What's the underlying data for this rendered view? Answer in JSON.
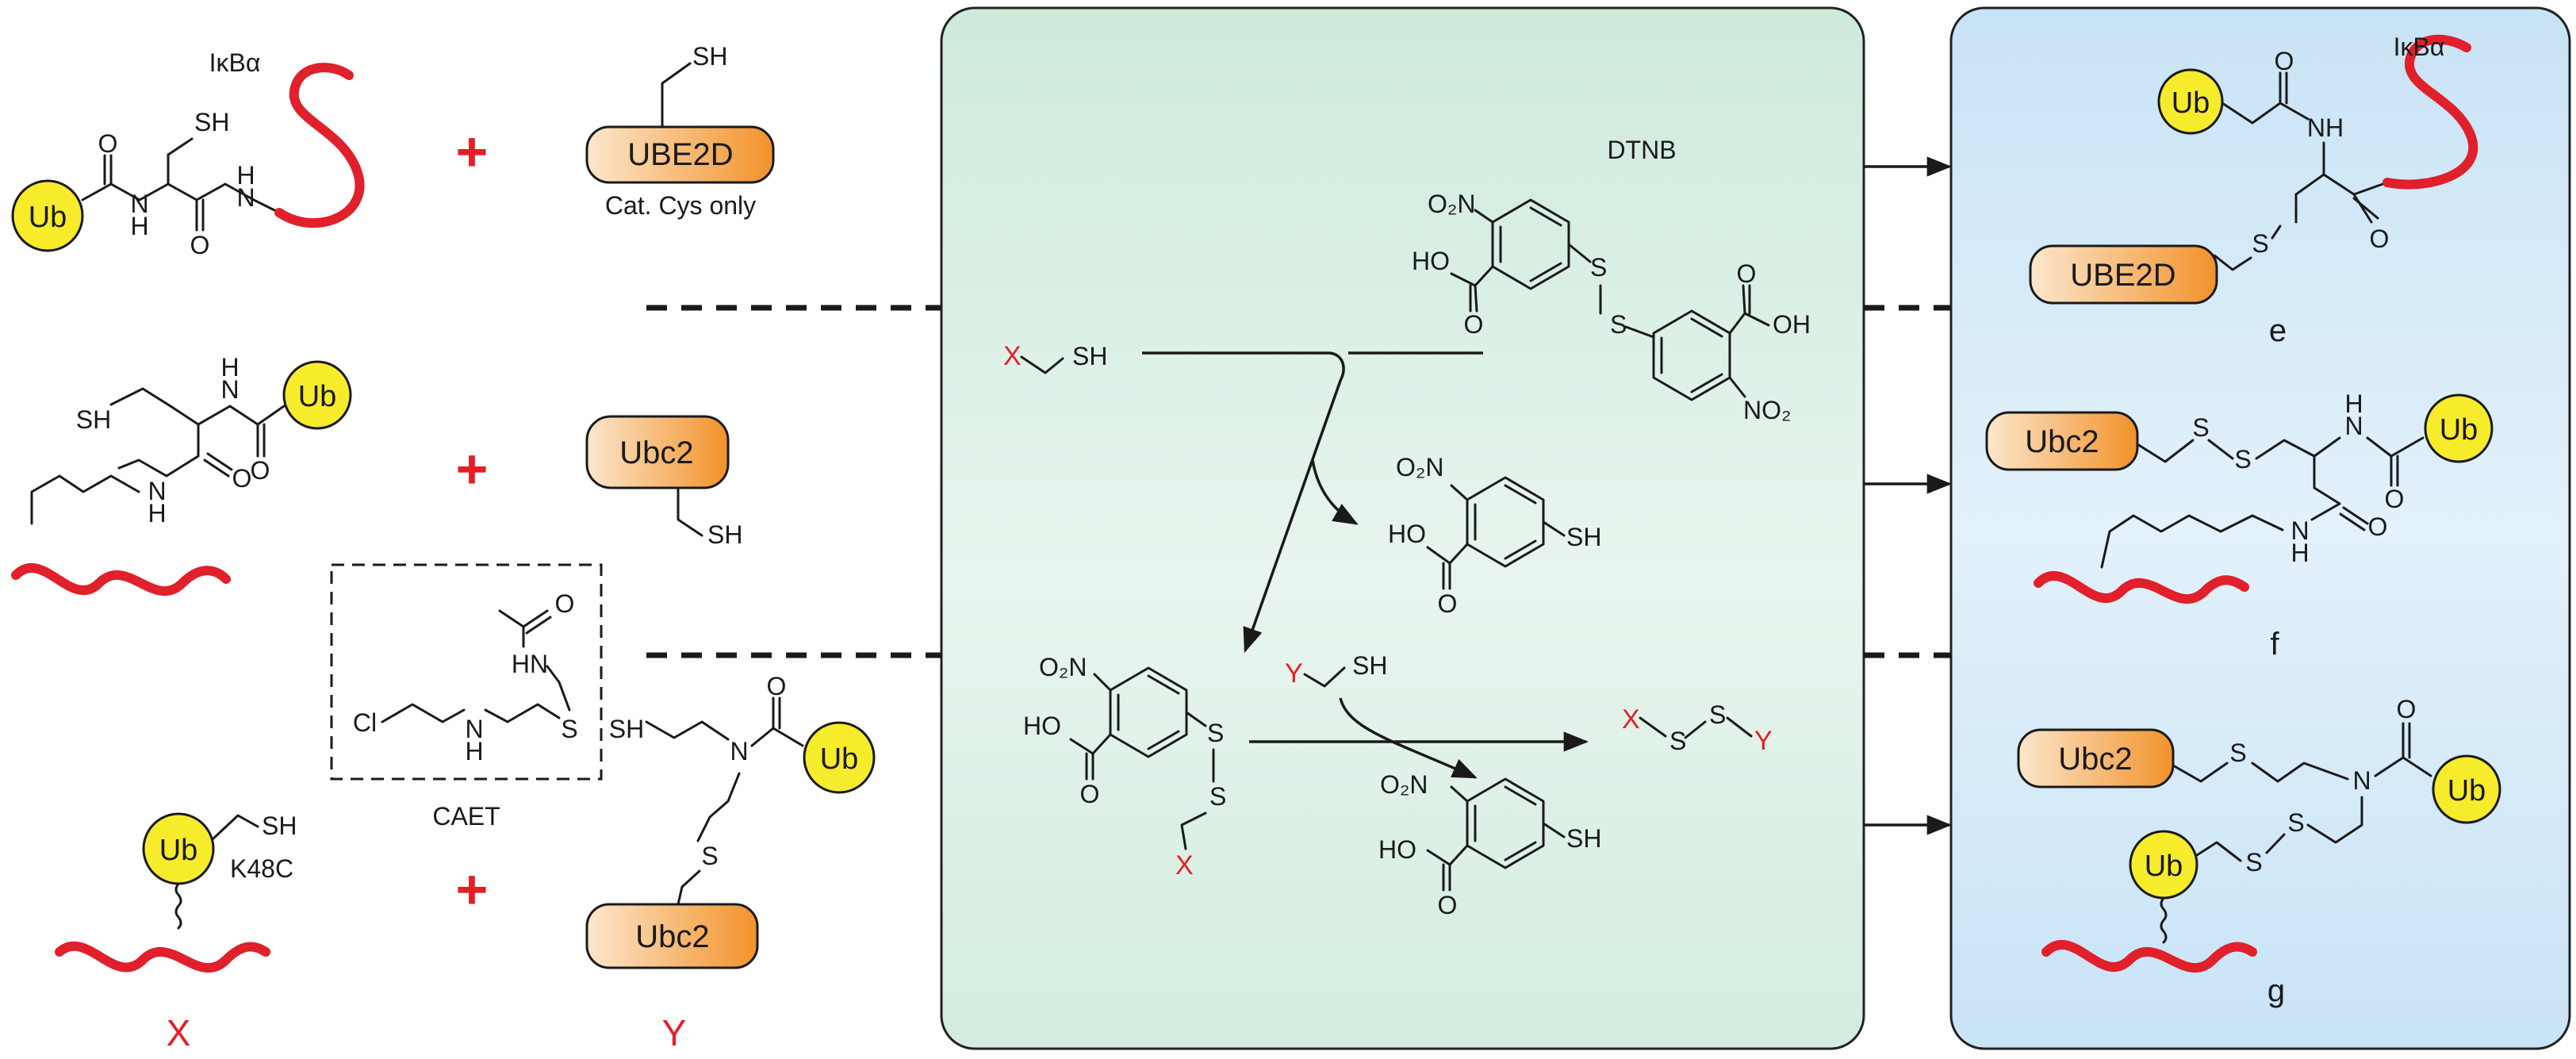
{
  "labels": {
    "ikba": "IκBα",
    "ikba_product": "IκBα",
    "ube2d": "UBE2D",
    "ube2d_product": "UBE2D",
    "cat_cys": "Cat. Cys only",
    "ubc2_f": "Ubc2",
    "ubc2_f_product": "Ubc2",
    "ubc2_g": "Ubc2",
    "ubc2_g_product": "Ubc2",
    "ub": "Ub",
    "k48c": "K48C",
    "caet": "CAET",
    "x_label": "X",
    "y_label": "Y",
    "dtnb": "DTNB",
    "product_e": "e",
    "product_f": "f",
    "product_g": "g",
    "plus": "+"
  },
  "atoms": {
    "sh": "SH",
    "o": "O",
    "n": "N",
    "h": "H",
    "nh": "NH",
    "hn": "HN",
    "s": "S",
    "cl": "Cl",
    "ho": "HO",
    "oh": "OH",
    "o2n": "O₂N",
    "no2": "NO₂",
    "x": "X",
    "y": "Y"
  },
  "colors": {
    "middle_panel_fill_top": "#cfeadb",
    "middle_panel_fill_bottom": "#e9f5ee",
    "right_panel_fill": "#cfe6f6",
    "ub_fill": "#f7ec2c",
    "enzyme_fill_start": "#fbe4c8",
    "enzyme_fill_end": "#f2962c",
    "peptide": "#e0202a",
    "accent_red": "#e41e26"
  }
}
